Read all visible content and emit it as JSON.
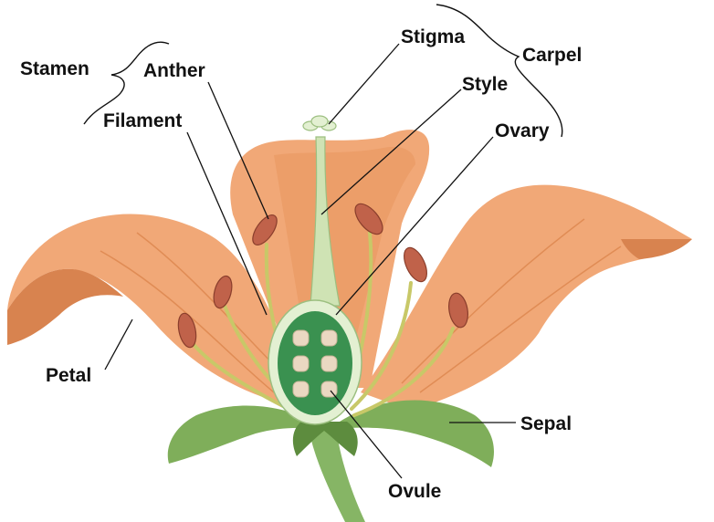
{
  "labels": {
    "stamen": "Stamen",
    "anther": "Anther",
    "filament": "Filament",
    "stigma": "Stigma",
    "carpel": "Carpel",
    "style": "Style",
    "ovary": "Ovary",
    "petal": "Petal",
    "sepal": "Sepal",
    "ovule": "Ovule"
  },
  "colors": {
    "petal": "#f1a877",
    "petal_shadow": "#d8834f",
    "petal_light": "#f8c49c",
    "sepal": "#7fae5a",
    "sepal_dark": "#5d8c3e",
    "stem": "#86b565",
    "anther": "#c0624a",
    "anther_light": "#e08a6c",
    "filament": "#c8c868",
    "style": "#cfe3b4",
    "ovary_wall": "#e3f0d2",
    "ovary_inner": "#3a9150",
    "ovule": "#ead8c2"
  }
}
